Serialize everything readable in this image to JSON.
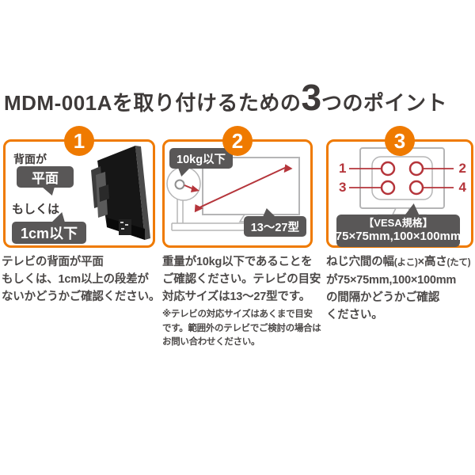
{
  "title": {
    "pre": "MDM-001A",
    "mid": "を取り付けるための",
    "big": "3",
    "post": "つのポイント"
  },
  "colors": {
    "accent_orange": "#ef7a00",
    "bubble_gray": "#595757",
    "text_gray": "#4c4948",
    "title_gray": "#3e3a39",
    "line_red": "#b5353b",
    "art_gray": "#b5b5b6"
  },
  "panels": [
    {
      "number": "1",
      "back_label": "背面が",
      "flat_bubble": "平面",
      "or_label": "もしくは",
      "step_bubble": "1cm以下",
      "description": [
        "テレビの背面が平面",
        "もしくは、1cm以上の段差が",
        "ないかどうかご確認ください。"
      ]
    },
    {
      "number": "2",
      "weight_bubble": "10kg以下",
      "size_bubble": "13〜27型",
      "description": [
        "重量が10kg以下であることを",
        "ご確認ください。テレビの目安",
        "対応サイズは13〜27型です。"
      ],
      "note": [
        "※テレビの対応サイズはあくまで目安",
        "です。範囲外のテレビでご検討の場合は",
        "お問い合わせください。"
      ]
    },
    {
      "number": "3",
      "hole_numbers": [
        "1",
        "2",
        "3",
        "4"
      ],
      "vesa_title": "【VESA規格】",
      "vesa_sizes": "75×75mm,100×100mm",
      "description_line1_parts": [
        "ねじ穴間の幅",
        "(よこ)",
        "×高さ",
        "(たて)"
      ],
      "description": [
        "が75×75mm,100×100mm",
        "の間隔かどうかご確認",
        "ください。"
      ]
    }
  ]
}
